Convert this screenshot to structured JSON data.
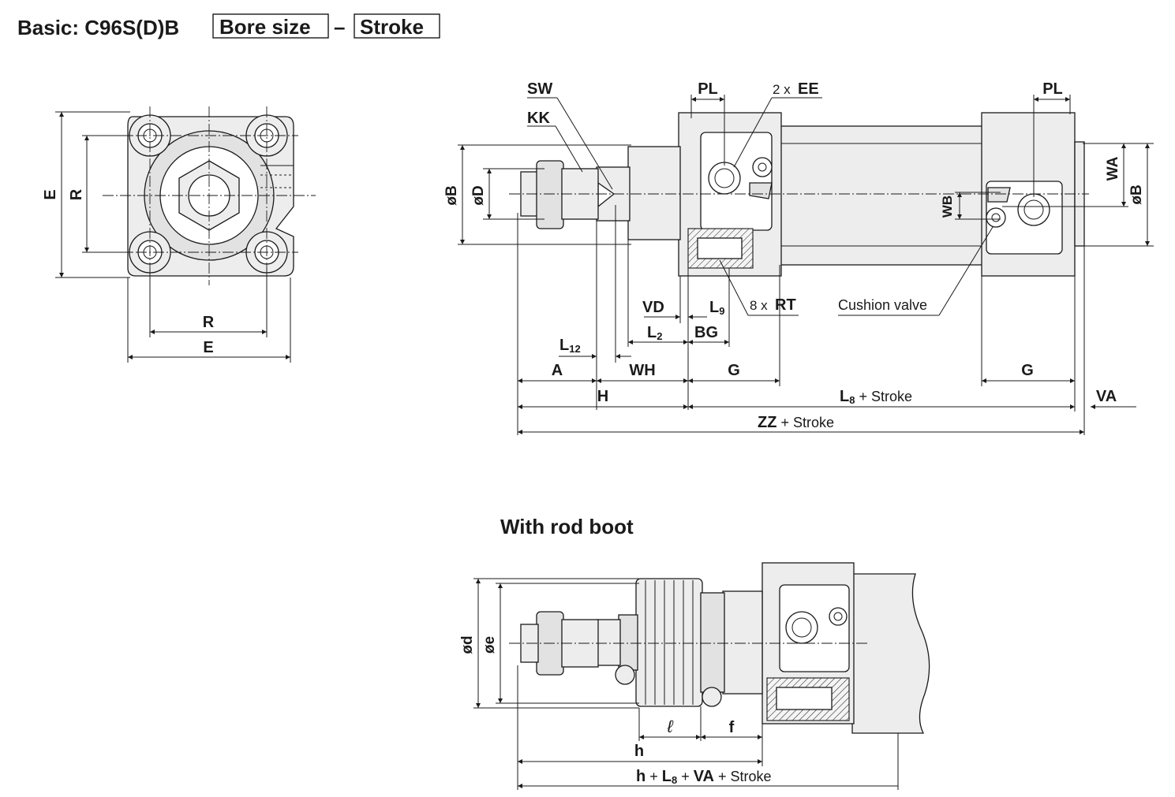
{
  "title": {
    "prefix": "Basic: C96S(D)B",
    "box1": "Bore size",
    "dash": "–",
    "box2": "Stroke"
  },
  "end_view": {
    "labels": {
      "E_vertical": "E",
      "R_vertical": "R",
      "R_horizontal": "R",
      "E_horizontal": "E"
    }
  },
  "side_view": {
    "labels": {
      "SW": "SW",
      "KK": "KK",
      "PL_left": "PL",
      "EE_prefix": "2 x",
      "EE": "EE",
      "PL_right": "PL",
      "oB_left": "øB",
      "oD": "øD",
      "WA": "WA",
      "oB_right": "øB",
      "WB": "WB",
      "VD": "VD",
      "L9": "L",
      "L9_sub": "9",
      "RT_prefix": "8 x",
      "RT": "RT",
      "cushion_valve": "Cushion valve",
      "L12": "L",
      "L12_sub": "12",
      "L2": "L",
      "L2_sub": "2",
      "BG": "BG",
      "A": "A",
      "WH": "WH",
      "G_left": "G",
      "G_right": "G",
      "H": "H",
      "L8": "L",
      "L8_sub": "8",
      "L8_suffix": "+ Stroke",
      "VA": "VA",
      "ZZ": "ZZ",
      "ZZ_suffix": "+ Stroke"
    }
  },
  "rod_boot": {
    "heading": "With rod boot",
    "labels": {
      "od": "ød",
      "oe": "øe",
      "l": "ℓ",
      "f": "f",
      "h": "h",
      "total_h": "h",
      "plus1": "+",
      "total_L": "L",
      "total_L_sub": "8",
      "plus2": "+",
      "total_VA": "VA",
      "total_suffix": "+ Stroke"
    }
  }
}
